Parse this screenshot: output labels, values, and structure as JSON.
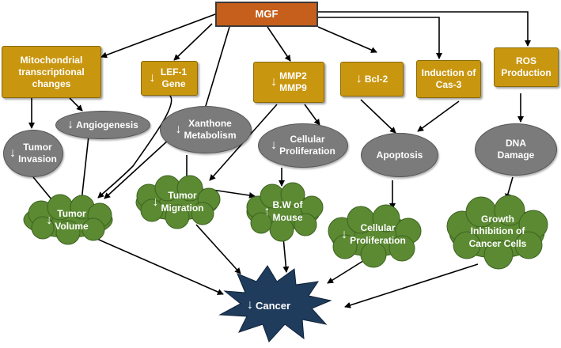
{
  "nodes": {
    "mgf": "MGF",
    "mito": "Mitochondrial transcriptional changes",
    "lef1": "LEF-1 Gene",
    "mmp_a": "MMP2",
    "mmp_b": "MMP9",
    "bcl2": "Bcl-2",
    "cas3": "Induction of Cas-3",
    "ros": "ROS Production",
    "angio": "Angiogenesis",
    "tumor_invasion_a": "Tumor",
    "tumor_invasion_b": "Invasion",
    "xanthone_a": "Xanthone",
    "xanthone_b": "Metabolism",
    "cell_prolif_a": "Cellular",
    "cell_prolif_b": "Proliferation",
    "apoptosis": "Apoptosis",
    "dna_a": "DNA",
    "dna_b": "Damage",
    "tumor_volume_a": "Tumor",
    "tumor_volume_b": "Volume",
    "tumor_migration_a": "Tumor",
    "tumor_migration_b": "Migration",
    "bw_a": "B.W of",
    "bw_b": "Mouse",
    "cell_prolif2_a": "Cellular",
    "cell_prolif2_b": "Proliferation",
    "growth_a": "Growth",
    "growth_b": "Inhibition of",
    "growth_c": "Cancer Cells",
    "cancer": "Cancer"
  },
  "symbols": {
    "down": "↓",
    "up": "↑"
  },
  "colors": {
    "mgf_box": "#c65f1c",
    "effect_box": "#c9960f",
    "process_oval": "#7b7b7b",
    "outcome_cloud": "#5b8a32",
    "cancer_star": "#1f3c5c",
    "arrow": "#000000"
  }
}
